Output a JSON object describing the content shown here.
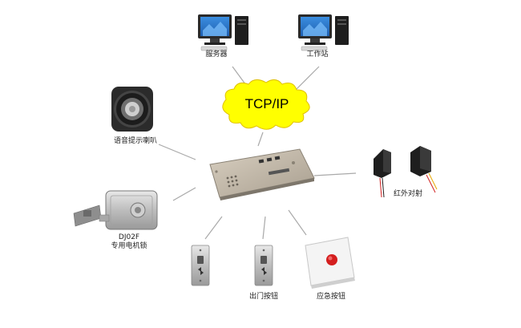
{
  "hub": {
    "label": "TCP/IP"
  },
  "devices": {
    "server": {
      "label": "服务器"
    },
    "workstation": {
      "label": "工作站"
    },
    "speaker": {
      "label": "语音提示喇叭"
    },
    "ir_sensor": {
      "label": "红外对射"
    },
    "lock": {
      "label_line1": "DJ02F",
      "label_line2": "专用电机锁"
    },
    "exit_button": {
      "label": "出门按钮"
    },
    "emergency_button": {
      "label": "应急按钮"
    }
  },
  "colors": {
    "cloud_fill": "#ffff00",
    "cloud_stroke": "#e0c000",
    "connector": "#a9a9a9",
    "monitor_screen": "#1f5fb0"
  },
  "icons": [
    "computer-icon",
    "speaker-icon",
    "controller-board-icon",
    "ir-sensor-icon",
    "lock-icon",
    "button-icon"
  ]
}
